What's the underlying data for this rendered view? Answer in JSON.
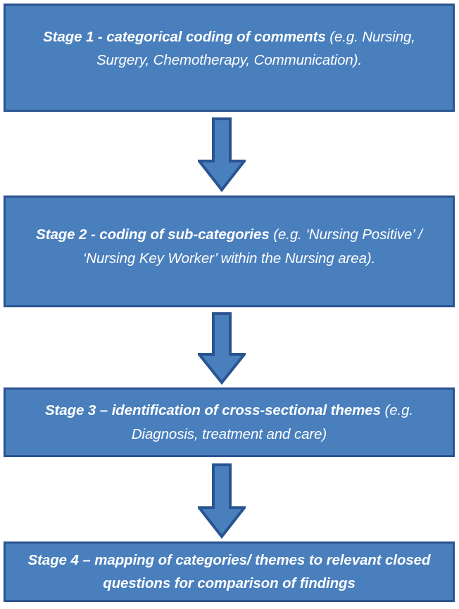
{
  "diagram": {
    "title": "Four stage qualitative comment coding flowchart",
    "colors": {
      "box_fill": "#4a7fbd",
      "box_border": "#2a5490",
      "arrow_fill": "#4a7fbd",
      "arrow_border": "#2a5490",
      "text": "#ffffff",
      "background": "#ffffff"
    },
    "stages": [
      {
        "id": "stage-1",
        "lead": "Stage 1 - categorical coding of comments",
        "rest": " (e.g. Nursing, Surgery, Chemotherapy, Communication)."
      },
      {
        "id": "stage-2",
        "lead": "Stage 2 - coding of sub-categories",
        "rest": " (e.g. ‘Nursing Positive’ / ‘Nursing Key Worker’ within the Nursing area)."
      },
      {
        "id": "stage-3",
        "lead": "Stage 3 – identification of cross-sectional themes",
        "rest": " (e.g. Diagnosis, treatment and care)"
      },
      {
        "id": "stage-4",
        "lead": "Stage 4 – mapping of categories/ themes to relevant closed questions for comparison of findings",
        "rest": ""
      }
    ],
    "connectors": [
      {
        "id": "arrow-1",
        "icon": "down-arrow-icon",
        "from": "stage-1",
        "to": "stage-2"
      },
      {
        "id": "arrow-2",
        "icon": "down-arrow-icon",
        "from": "stage-2",
        "to": "stage-3"
      },
      {
        "id": "arrow-3",
        "icon": "down-arrow-icon",
        "from": "stage-3",
        "to": "stage-4"
      }
    ]
  }
}
